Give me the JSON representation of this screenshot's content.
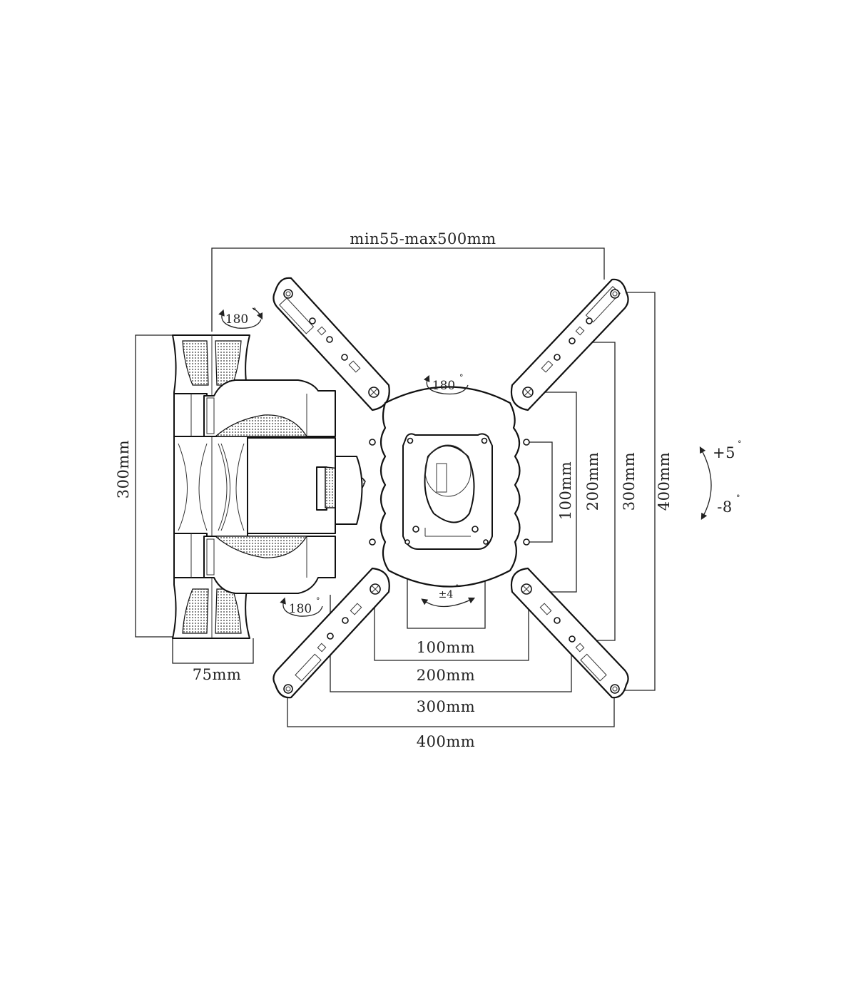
{
  "diagram": {
    "dimensions": {
      "extension": "min55-max500mm",
      "wall_plate_height": "300mm",
      "wall_plate_width": "75mm",
      "horiz_100": "100mm",
      "horiz_200": "200mm",
      "horiz_300": "300mm",
      "horiz_400": "400mm",
      "vert_100": "100mm",
      "vert_200": "200mm",
      "vert_300": "300mm",
      "vert_400": "400mm"
    },
    "rotations": {
      "top_arm": "180",
      "center_plate": "180",
      "bottom_arm": "180",
      "level_adjust": "±4",
      "tilt_up": "+5",
      "tilt_down": "-8",
      "degree_mark": "°"
    },
    "colors": {
      "line": "#111111",
      "background": "#ffffff"
    }
  }
}
